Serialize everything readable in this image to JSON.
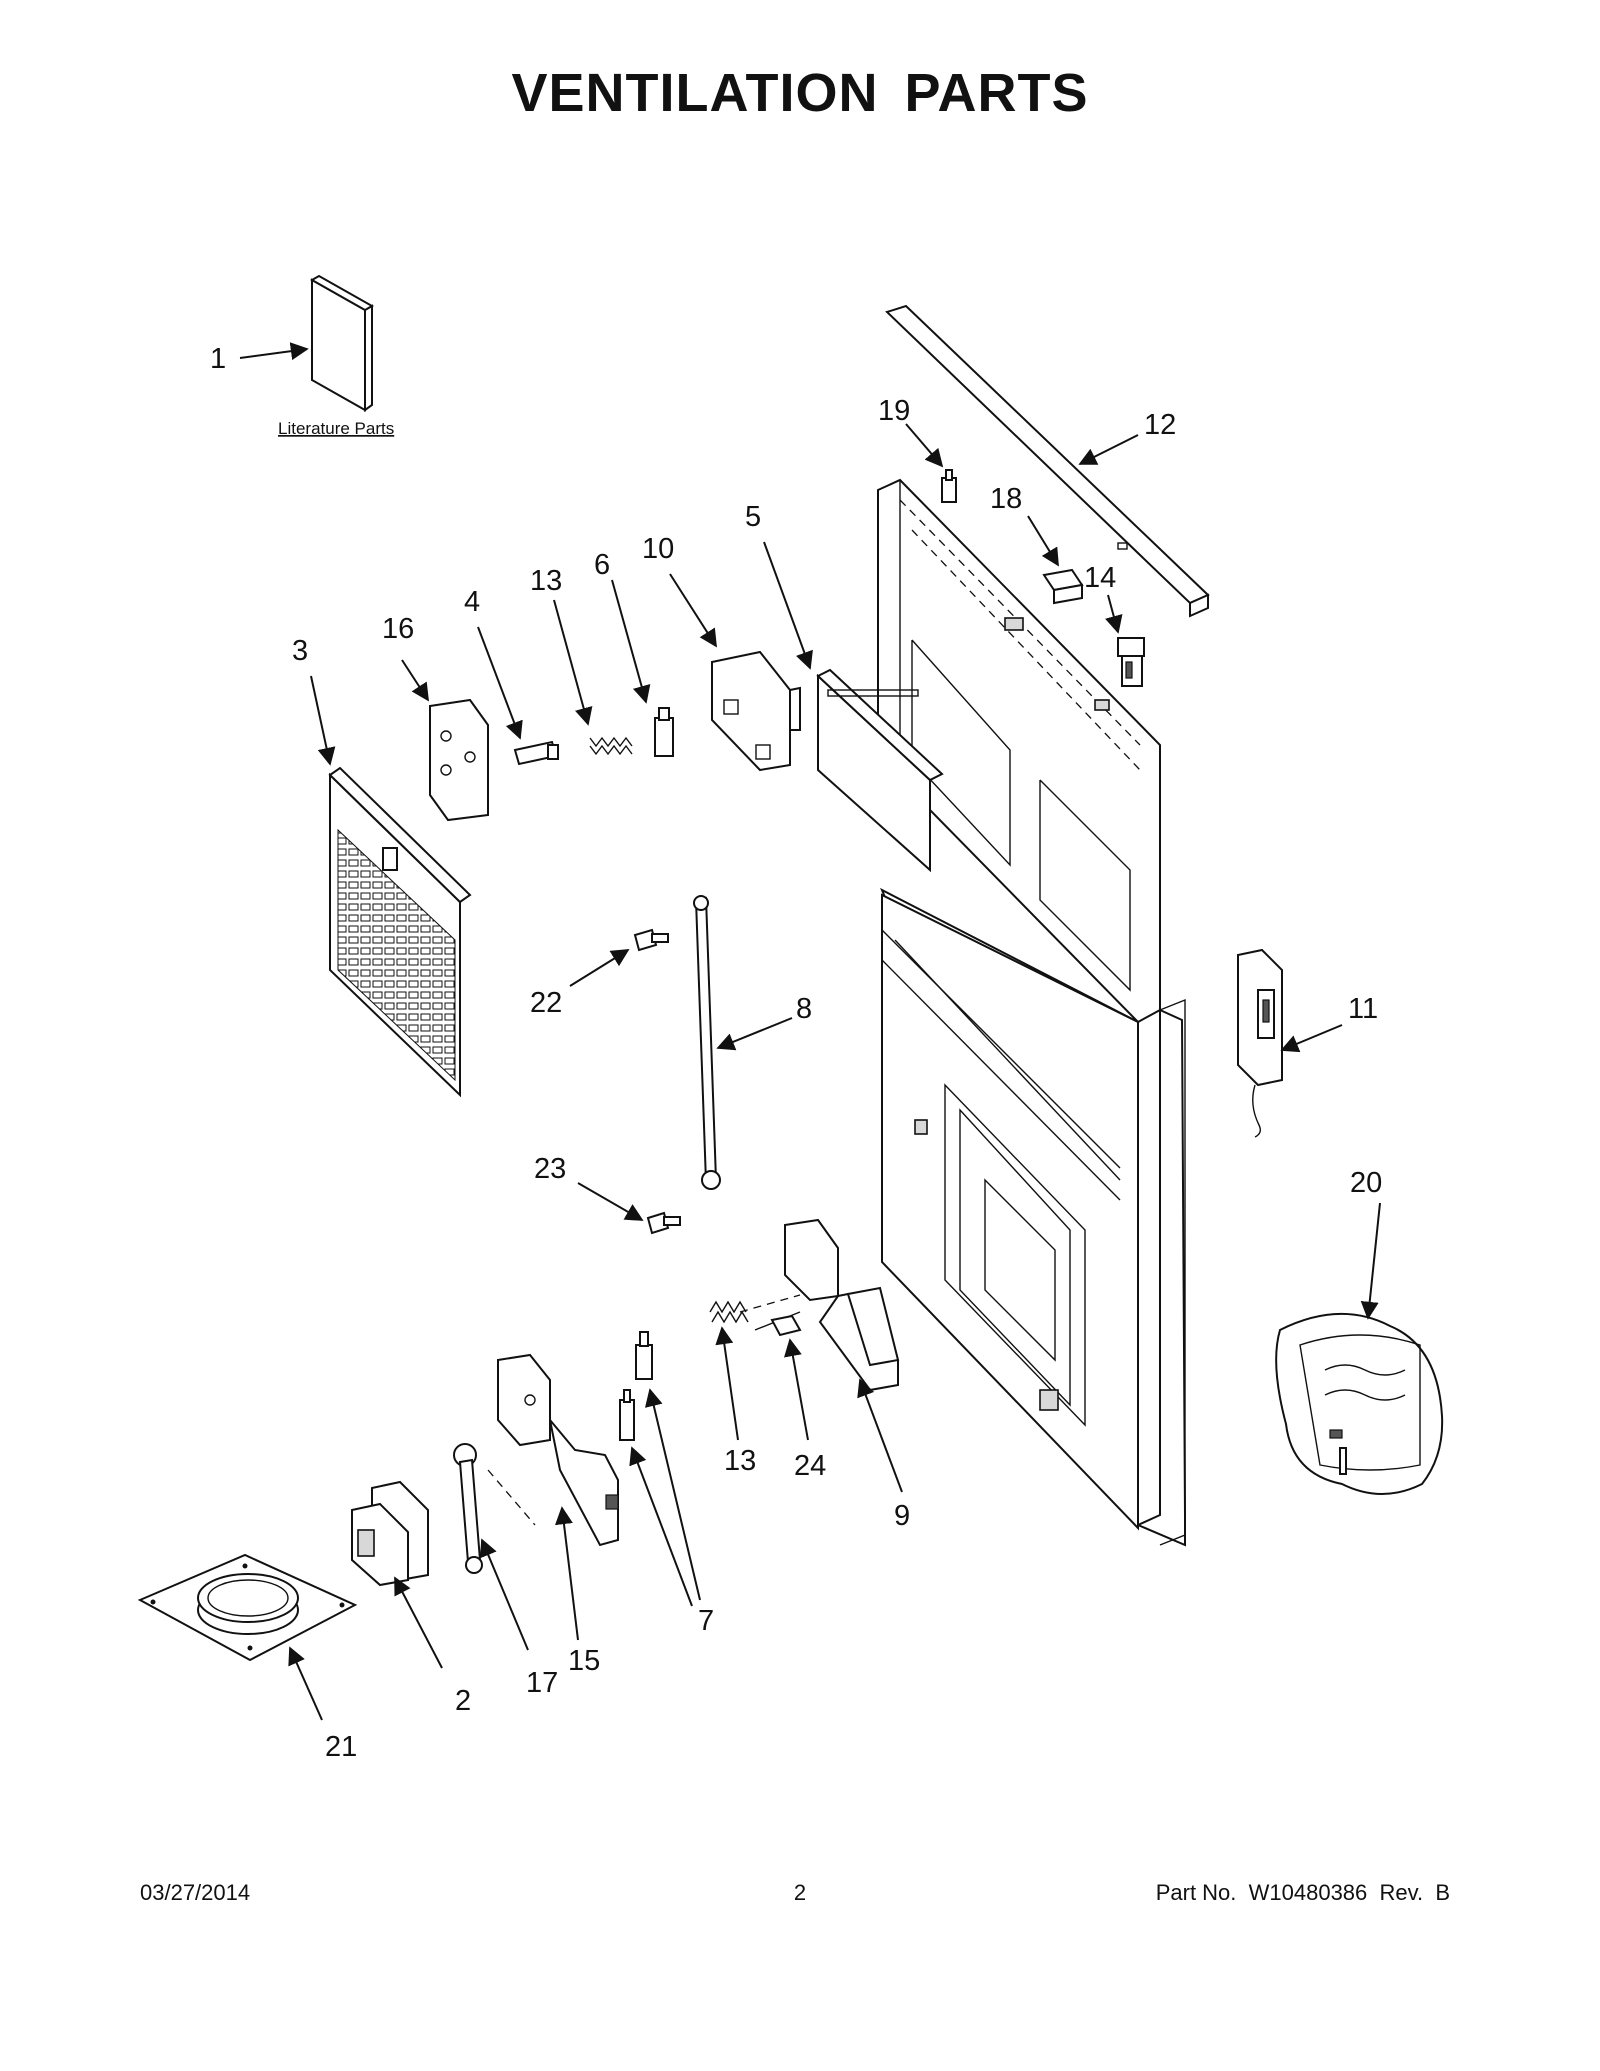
{
  "title": "VENTILATION PARTS",
  "literature_label": "Literature Parts",
  "callouts": {
    "c1": "1",
    "c2": "2",
    "c3": "3",
    "c4": "4",
    "c5": "5",
    "c6": "6",
    "c7": "7",
    "c8": "8",
    "c9": "9",
    "c10": "10",
    "c11": "11",
    "c12": "12",
    "c13a": "13",
    "c13b": "13",
    "c14": "14",
    "c15": "15",
    "c16": "16",
    "c17": "17",
    "c18": "18",
    "c19": "19",
    "c20": "20",
    "c21": "21",
    "c22": "22",
    "c23": "23",
    "c24": "24"
  },
  "footer": {
    "date": "03/27/2014",
    "page": "2",
    "part_no": "Part No.  W10480386  Rev.  B"
  }
}
